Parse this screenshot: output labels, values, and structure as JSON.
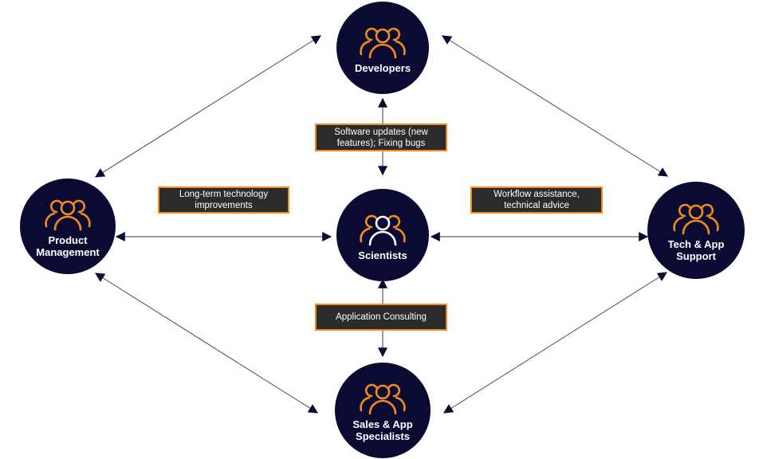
{
  "colors": {
    "node_fill": "#0a0a33",
    "icon_accent": "#f28c1c",
    "icon_center_highlight": "#ffffff",
    "label_box_fill": "#2b2b2b",
    "label_box_border": "#f28c1c",
    "connector": "#0a0a33"
  },
  "nodes": {
    "developers": {
      "label": "Developers",
      "icon": "people-group-icon"
    },
    "scientists": {
      "label": "Scientists",
      "icon": "people-group-icon-center-highlight"
    },
    "product_management": {
      "label": "Product Management",
      "icon": "people-group-icon"
    },
    "tech_app_support": {
      "label": "Tech & App Support",
      "icon": "people-group-icon"
    },
    "sales_app_specialists": {
      "label": "Sales & App Specialists",
      "icon": "people-group-icon"
    }
  },
  "edge_labels": {
    "scientists_developers": "Software updates (new features); Fixing bugs",
    "scientists_product_management": "Long-term technology improvements",
    "scientists_tech_app_support": "Workflow assistance, technical advice",
    "scientists_sales_app_specialists": "Application Consulting"
  },
  "edges": [
    {
      "from": "scientists",
      "to": "developers",
      "type": "bidirectional"
    },
    {
      "from": "scientists",
      "to": "product_management",
      "type": "bidirectional"
    },
    {
      "from": "scientists",
      "to": "tech_app_support",
      "type": "bidirectional"
    },
    {
      "from": "scientists",
      "to": "sales_app_specialists",
      "type": "bidirectional"
    },
    {
      "from": "product_management",
      "to": "developers",
      "type": "bidirectional"
    },
    {
      "from": "developers",
      "to": "tech_app_support",
      "type": "bidirectional"
    },
    {
      "from": "product_management",
      "to": "sales_app_specialists",
      "type": "bidirectional"
    },
    {
      "from": "sales_app_specialists",
      "to": "tech_app_support",
      "type": "bidirectional"
    }
  ]
}
